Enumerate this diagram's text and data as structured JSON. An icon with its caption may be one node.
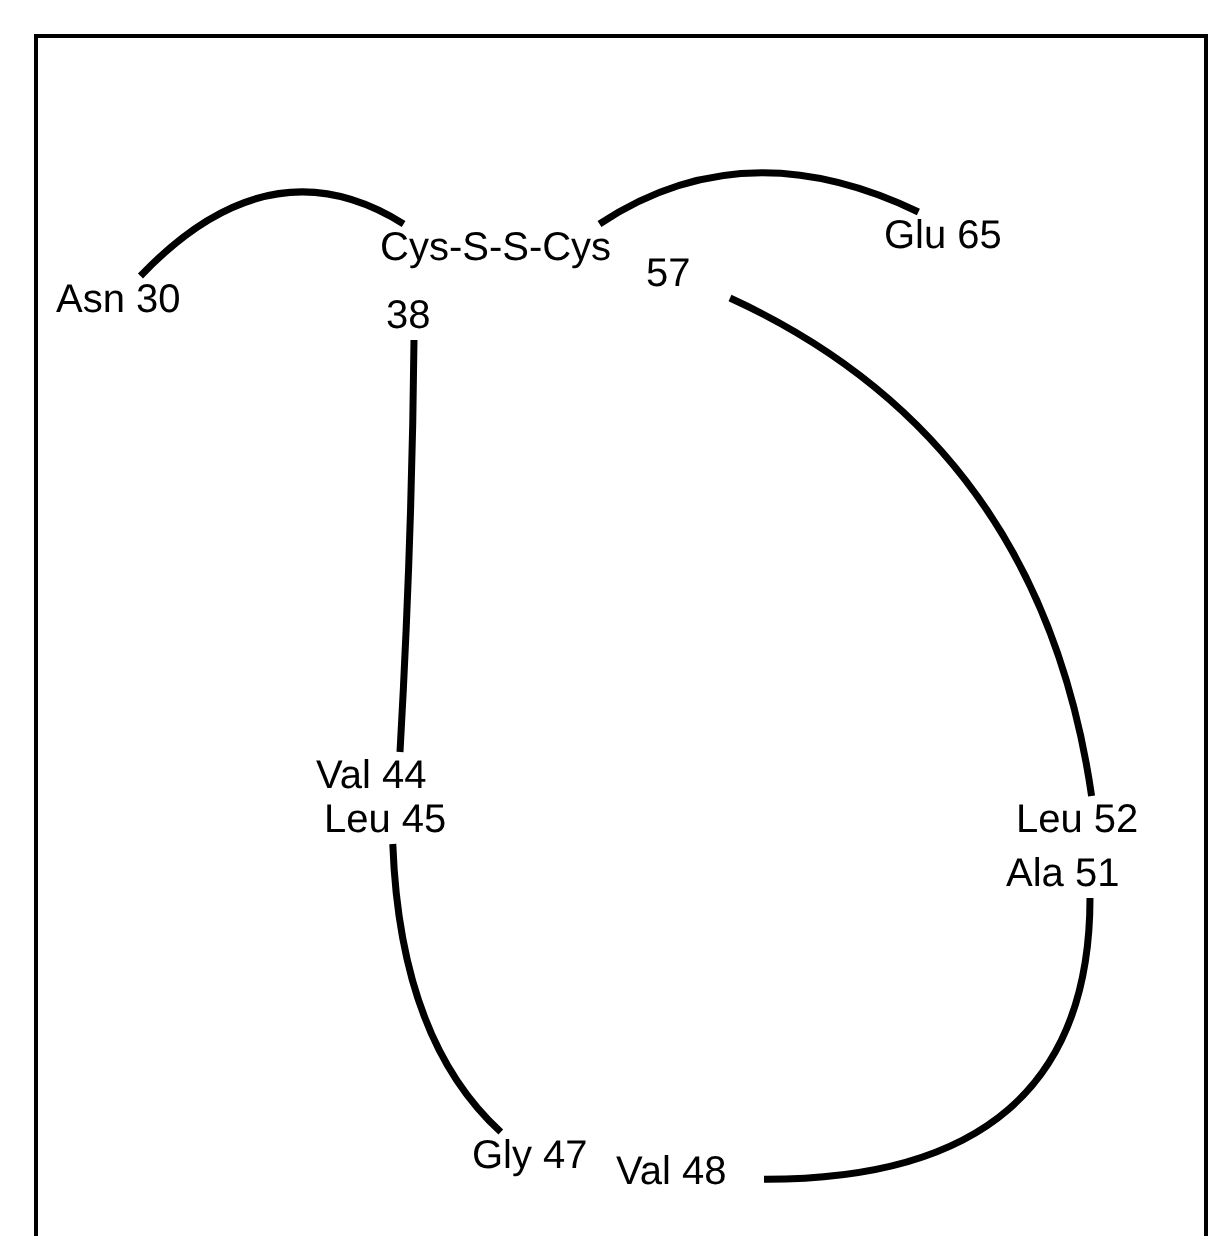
{
  "diagram": {
    "nodes": [
      {
        "text": [
          "Asn 30"
        ]
      },
      {
        "text": [
          "Cys-S-S-Cys"
        ]
      },
      {
        "text": [
          "38"
        ]
      },
      {
        "text": [
          "57"
        ]
      },
      {
        "text": [
          "Glu 65"
        ]
      },
      {
        "text": [
          "Val 44"
        ]
      },
      {
        "text": [
          "Leu 45"
        ]
      },
      {
        "text": [
          "Leu 52"
        ]
      },
      {
        "text": [
          "Ala 51"
        ]
      },
      {
        "text": [
          "Gly 47"
        ]
      },
      {
        "text": [
          "Val 48"
        ]
      }
    ],
    "edges": [
      {
        "from": 0,
        "to": 1,
        "arrow": "none"
      },
      {
        "from": 1,
        "to": 4,
        "arrow": "none"
      },
      {
        "from": 2,
        "to": 5,
        "arrow": "none"
      },
      {
        "from": 3,
        "to": 7,
        "arrow": "none"
      },
      {
        "from": 6,
        "to": 9,
        "arrow": "none"
      },
      {
        "from": 10,
        "to": 8,
        "arrow": "none"
      }
    ]
  }
}
